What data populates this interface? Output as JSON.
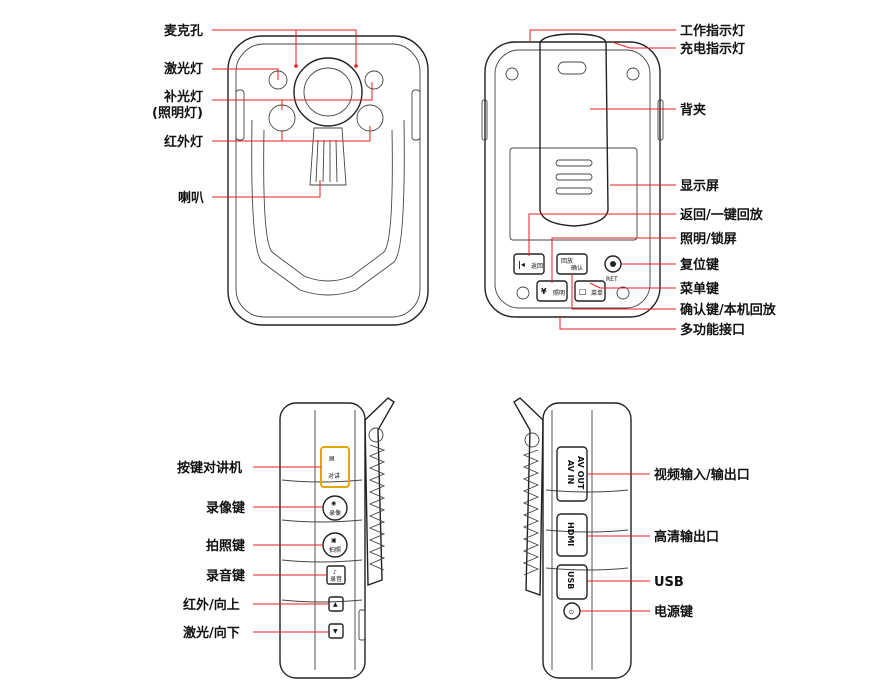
{
  "front_labels": {
    "mic": "麦克孔",
    "laser": "激光灯",
    "fill_light": "补光灯",
    "fill_light_sub": "(照明灯)",
    "infrared": "红外灯",
    "speaker": "喇叭"
  },
  "back_labels": {
    "work_indicator": "工作指示灯",
    "charge_indicator": "充电指示灯",
    "back_clip": "背夹",
    "display": "显示屏",
    "back_onekey": "返回/一键回放",
    "light_lock": "照明/锁屏",
    "reset": "复位键",
    "menu": "菜单键",
    "confirm_playback": "确认键/本机回放",
    "multi_port": "多功能接口"
  },
  "back_button_text": {
    "reset": "RET",
    "back": "返回",
    "confirm": "确认",
    "menu": "菜单",
    "light": "照明",
    "rec": "回放"
  },
  "left_labels": {
    "ptt": "按键对讲机",
    "video": "录像键",
    "photo": "拍照键",
    "audio": "录音键",
    "ir_up": "红外/向上",
    "laser_down": "激光/向下"
  },
  "left_button_text": {
    "ptt": "对讲",
    "video": "录像",
    "photo": "拍照",
    "audio": "录音"
  },
  "right_labels": {
    "av": "视频输入/输出口",
    "hdmi": "高清输出口",
    "usb": "USB",
    "power": "电源键"
  },
  "port_text": {
    "av_in": "AV IN",
    "av_out": "AV OUT",
    "hdmi": "HDMI",
    "usb": "USB"
  },
  "colors": {
    "leader": "#e41f1f",
    "ptt_highlight": "#e0a800",
    "outline": "#222222"
  }
}
